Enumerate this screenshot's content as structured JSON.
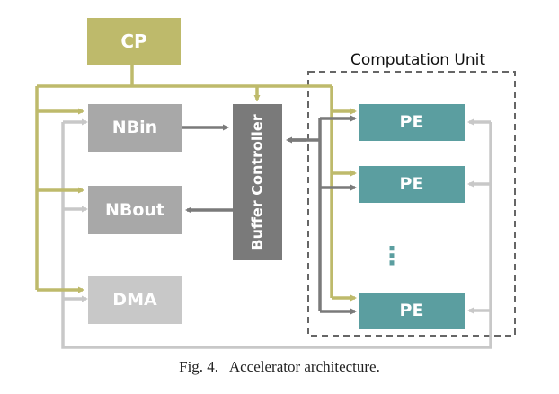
{
  "blocks": {
    "cp": "CP",
    "nbin": "NBin",
    "nbout": "NBout",
    "dma": "DMA",
    "buffer_controller": "Buffer Controller",
    "pe_1": "PE",
    "pe_2": "PE",
    "pe_n": "PE"
  },
  "computation_unit_label": "Computation Unit",
  "ellipsis": "⋮",
  "caption": "Fig. 4.   Accelerator architecture.",
  "colors": {
    "control": "#beba6b",
    "data": "#7a7a7a",
    "dma_path": "#c8c8c8",
    "storage_block": "#a8a8a8",
    "controller_block": "#7a7a7a",
    "pe_block": "#5b9ea0"
  }
}
